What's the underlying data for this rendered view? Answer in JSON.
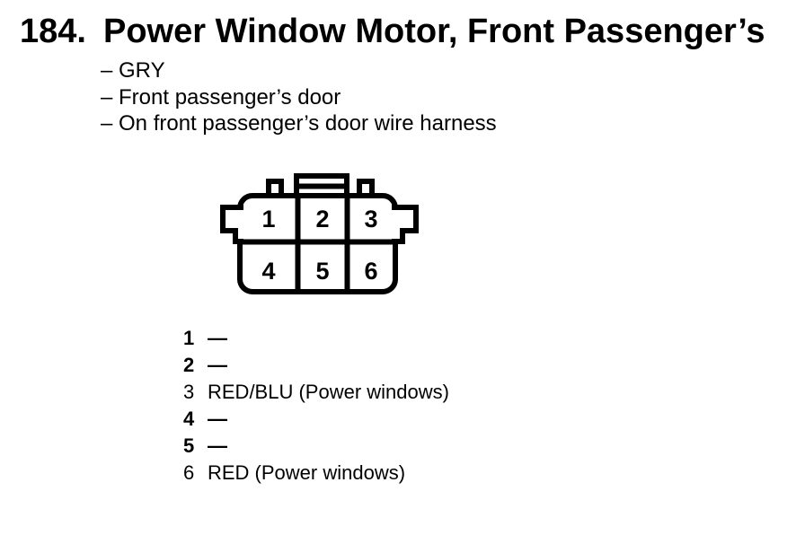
{
  "header": {
    "number": "184.",
    "title": "Power Window Motor, Front Passenger’s"
  },
  "details": {
    "items": [
      "– GRY",
      "– Front passenger’s door",
      "– On front passenger’s door wire harness"
    ]
  },
  "connector": {
    "cavity_numbers": [
      "1",
      "2",
      "3",
      "4",
      "5",
      "6"
    ]
  },
  "pins": [
    {
      "num": "1",
      "label": "—"
    },
    {
      "num": "2",
      "label": "—"
    },
    {
      "num": "3",
      "label": "RED/BLU (Power windows)"
    },
    {
      "num": "4",
      "label": "—"
    },
    {
      "num": "5",
      "label": "—"
    },
    {
      "num": "6",
      "label": "RED (Power windows)"
    }
  ],
  "colors": {
    "ink": "#000000",
    "paper": "#ffffff"
  }
}
